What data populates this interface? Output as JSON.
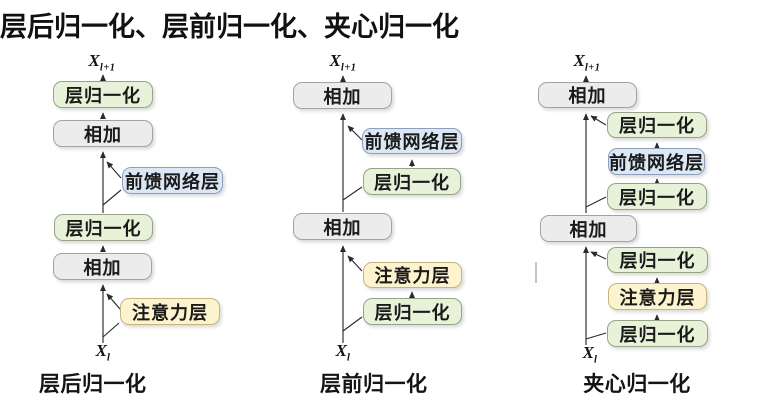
{
  "title": "层后归一化、层前归一化、夹心归一化",
  "colors": {
    "layernorm_fill": "#e7f2d9",
    "add_fill": "#ececec",
    "ffn_fill": "#dce7f5",
    "attention_fill": "#fdf3cf",
    "line": "#2b2b2b"
  },
  "diagrams": [
    {
      "caption": "层后归一化",
      "output": {
        "base": "X",
        "sub": "l+1"
      },
      "input": {
        "base": "X",
        "sub": "l"
      },
      "nodes": [
        {
          "label": "层归一化",
          "type": "layernorm"
        },
        {
          "label": "相加",
          "type": "add"
        },
        {
          "label": "前馈网络层",
          "type": "ffn"
        },
        {
          "label": "层归一化",
          "type": "layernorm"
        },
        {
          "label": "相加",
          "type": "add"
        },
        {
          "label": "注意力层",
          "type": "attention"
        }
      ]
    },
    {
      "caption": "层前归一化",
      "output": {
        "base": "X",
        "sub": "l+1"
      },
      "input": {
        "base": "X",
        "sub": "l"
      },
      "nodes": [
        {
          "label": "相加",
          "type": "add"
        },
        {
          "label": "前馈网络层",
          "type": "ffn"
        },
        {
          "label": "层归一化",
          "type": "layernorm"
        },
        {
          "label": "相加",
          "type": "add"
        },
        {
          "label": "注意力层",
          "type": "attention"
        },
        {
          "label": "层归一化",
          "type": "layernorm"
        }
      ]
    },
    {
      "caption": "夹心归一化",
      "output": {
        "base": "X",
        "sub": "l+1"
      },
      "input": {
        "base": "X",
        "sub": "l"
      },
      "nodes": [
        {
          "label": "相加",
          "type": "add"
        },
        {
          "label": "层归一化",
          "type": "layernorm"
        },
        {
          "label": "前馈网络层",
          "type": "ffn"
        },
        {
          "label": "层归一化",
          "type": "layernorm"
        },
        {
          "label": "相加",
          "type": "add"
        },
        {
          "label": "层归一化",
          "type": "layernorm"
        },
        {
          "label": "注意力层",
          "type": "attention"
        },
        {
          "label": "层归一化",
          "type": "layernorm"
        }
      ]
    }
  ]
}
